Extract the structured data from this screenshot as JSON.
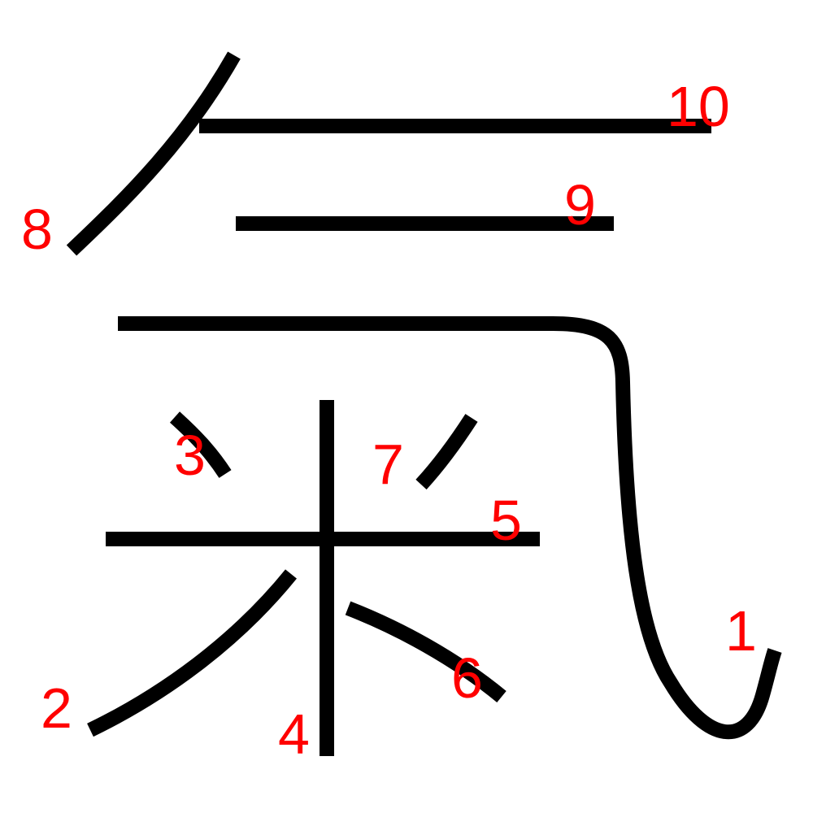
{
  "diagram": {
    "character": "氣",
    "stroke_color": "#000000",
    "number_color": "#ff0000",
    "stroke_order_labels": [
      "1",
      "2",
      "3",
      "4",
      "5",
      "6",
      "7",
      "8",
      "9",
      "10"
    ]
  }
}
